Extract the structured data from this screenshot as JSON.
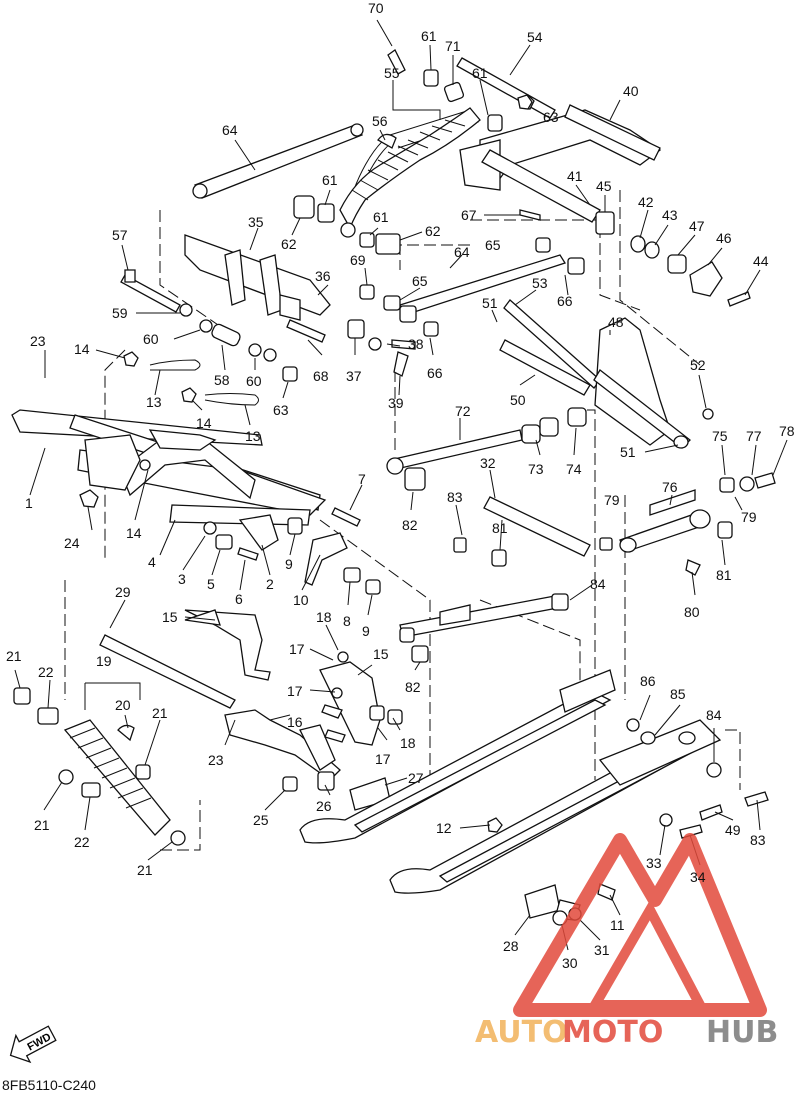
{
  "diagram_code": "8FB5110-C240",
  "fwd_label": "FWD",
  "watermark": {
    "part1": "AUTO",
    "part2": "MOTO",
    "part3": "HUB",
    "color_auto": "#f2b25a",
    "color_moto": "#e24a3b",
    "color_hub": "#7a7a7a"
  },
  "callouts": [
    {
      "id": "c70",
      "text": "70"
    },
    {
      "id": "c61a",
      "text": "61"
    },
    {
      "id": "c71",
      "text": "71"
    },
    {
      "id": "c54",
      "text": "54"
    },
    {
      "id": "c55",
      "text": "55"
    },
    {
      "id": "c61b",
      "text": "61"
    },
    {
      "id": "c63a",
      "text": "63"
    },
    {
      "id": "c40",
      "text": "40"
    },
    {
      "id": "c56",
      "text": "56"
    },
    {
      "id": "c64a",
      "text": "64"
    },
    {
      "id": "c61c",
      "text": "61"
    },
    {
      "id": "c61d",
      "text": "61"
    },
    {
      "id": "c62a",
      "text": "62"
    },
    {
      "id": "c62b",
      "text": "62"
    },
    {
      "id": "c41",
      "text": "41"
    },
    {
      "id": "c45",
      "text": "45"
    },
    {
      "id": "c67",
      "text": "67"
    },
    {
      "id": "c42",
      "text": "42"
    },
    {
      "id": "c43",
      "text": "43"
    },
    {
      "id": "c47",
      "text": "47"
    },
    {
      "id": "c46",
      "text": "46"
    },
    {
      "id": "c44",
      "text": "44"
    },
    {
      "id": "c35",
      "text": "35"
    },
    {
      "id": "c57",
      "text": "57"
    },
    {
      "id": "c69",
      "text": "69"
    },
    {
      "id": "c65a",
      "text": "65"
    },
    {
      "id": "c64b",
      "text": "64"
    },
    {
      "id": "c36",
      "text": "36"
    },
    {
      "id": "c65b",
      "text": "65"
    },
    {
      "id": "c53",
      "text": "53"
    },
    {
      "id": "c66a",
      "text": "66"
    },
    {
      "id": "c59",
      "text": "59"
    },
    {
      "id": "c51a",
      "text": "51"
    },
    {
      "id": "c48",
      "text": "48"
    },
    {
      "id": "c60a",
      "text": "60"
    },
    {
      "id": "c23a",
      "text": "23"
    },
    {
      "id": "c14a",
      "text": "14"
    },
    {
      "id": "c58",
      "text": "58"
    },
    {
      "id": "c60b",
      "text": "60"
    },
    {
      "id": "c68",
      "text": "68"
    },
    {
      "id": "c37",
      "text": "37"
    },
    {
      "id": "c38",
      "text": "38"
    },
    {
      "id": "c66b",
      "text": "66"
    },
    {
      "id": "c52",
      "text": "52"
    },
    {
      "id": "c13a",
      "text": "13"
    },
    {
      "id": "c63b",
      "text": "63"
    },
    {
      "id": "c39",
      "text": "39"
    },
    {
      "id": "c50",
      "text": "50"
    },
    {
      "id": "c14b",
      "text": "14"
    },
    {
      "id": "c13b",
      "text": "13"
    },
    {
      "id": "c72",
      "text": "72"
    },
    {
      "id": "c75",
      "text": "75"
    },
    {
      "id": "c77",
      "text": "77"
    },
    {
      "id": "c78",
      "text": "78"
    },
    {
      "id": "c51b",
      "text": "51"
    },
    {
      "id": "c73",
      "text": "73"
    },
    {
      "id": "c74",
      "text": "74"
    },
    {
      "id": "c1",
      "text": "1"
    },
    {
      "id": "c32",
      "text": "32"
    },
    {
      "id": "c7",
      "text": "7"
    },
    {
      "id": "c76",
      "text": "76"
    },
    {
      "id": "c79a",
      "text": "79"
    },
    {
      "id": "c24",
      "text": "24"
    },
    {
      "id": "c83a",
      "text": "83"
    },
    {
      "id": "c82a",
      "text": "82"
    },
    {
      "id": "c79b",
      "text": "79"
    },
    {
      "id": "c14c",
      "text": "14"
    },
    {
      "id": "c4",
      "text": "4"
    },
    {
      "id": "c9a",
      "text": "9"
    },
    {
      "id": "c81a",
      "text": "81"
    },
    {
      "id": "c3",
      "text": "3"
    },
    {
      "id": "c5",
      "text": "5"
    },
    {
      "id": "c2",
      "text": "2"
    },
    {
      "id": "c6",
      "text": "6"
    },
    {
      "id": "c10",
      "text": "10"
    },
    {
      "id": "c8",
      "text": "8"
    },
    {
      "id": "c9b",
      "text": "9"
    },
    {
      "id": "c81b",
      "text": "81"
    },
    {
      "id": "c80",
      "text": "80"
    },
    {
      "id": "c29",
      "text": "29"
    },
    {
      "id": "c84a",
      "text": "84"
    },
    {
      "id": "c15a",
      "text": "15"
    },
    {
      "id": "c18a",
      "text": "18"
    },
    {
      "id": "c17a",
      "text": "17"
    },
    {
      "id": "c15b",
      "text": "15"
    },
    {
      "id": "c82b",
      "text": "82"
    },
    {
      "id": "c21a",
      "text": "21"
    },
    {
      "id": "c22a",
      "text": "22"
    },
    {
      "id": "c19",
      "text": "19"
    },
    {
      "id": "c20",
      "text": "20"
    },
    {
      "id": "c21b",
      "text": "21"
    },
    {
      "id": "c17b",
      "text": "17"
    },
    {
      "id": "c86",
      "text": "86"
    },
    {
      "id": "c85",
      "text": "85"
    },
    {
      "id": "c16",
      "text": "16"
    },
    {
      "id": "c23b",
      "text": "23"
    },
    {
      "id": "c18b",
      "text": "18"
    },
    {
      "id": "c84b",
      "text": "84"
    },
    {
      "id": "c17c",
      "text": "17"
    },
    {
      "id": "c27",
      "text": "27"
    },
    {
      "id": "c25",
      "text": "25"
    },
    {
      "id": "c26",
      "text": "26"
    },
    {
      "id": "c21c",
      "text": "21"
    },
    {
      "id": "c22b",
      "text": "22"
    },
    {
      "id": "c12",
      "text": "12"
    },
    {
      "id": "c49",
      "text": "49"
    },
    {
      "id": "c83b",
      "text": "83"
    },
    {
      "id": "c33",
      "text": "33"
    },
    {
      "id": "c34",
      "text": "34"
    },
    {
      "id": "c21d",
      "text": "21"
    },
    {
      "id": "c11",
      "text": "11"
    },
    {
      "id": "c28",
      "text": "28"
    },
    {
      "id": "c31",
      "text": "31"
    },
    {
      "id": "c30",
      "text": "30"
    }
  ]
}
